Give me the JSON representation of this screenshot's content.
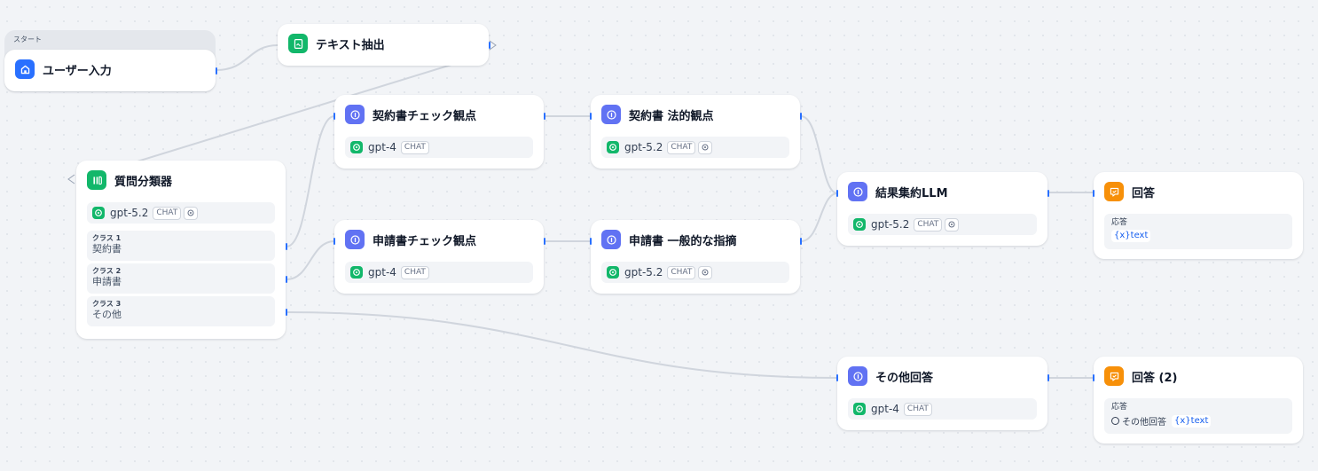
{
  "start": {
    "group_label": "スタート",
    "user_input": {
      "title": "ユーザー入力",
      "icon": "home-icon"
    }
  },
  "nodes": {
    "text_extract": {
      "title": "テキスト抽出",
      "icon": "document-extract-icon"
    },
    "classifier": {
      "title": "質問分類器",
      "icon": "classifier-icon",
      "model": "gpt-5.2",
      "mode": "CHAT",
      "classes": [
        {
          "label": "クラス 1",
          "value": "契約書"
        },
        {
          "label": "クラス 2",
          "value": "申請書"
        },
        {
          "label": "クラス 3",
          "value": "その他"
        }
      ]
    },
    "contract_check": {
      "title": "契約書チェック観点",
      "model": "gpt-4",
      "mode": "CHAT"
    },
    "contract_legal": {
      "title": "契約書 法的観点",
      "model": "gpt-5.2",
      "mode": "CHAT"
    },
    "application_check": {
      "title": "申請書チェック観点",
      "model": "gpt-4",
      "mode": "CHAT"
    },
    "application_general": {
      "title": "申請書 一般的な指摘",
      "model": "gpt-5.2",
      "mode": "CHAT"
    },
    "summary_llm": {
      "title": "結果集約LLM",
      "model": "gpt-5.2",
      "mode": "CHAT"
    },
    "answer1": {
      "title": "回答",
      "output_label": "応答",
      "var_symbol": "{x}",
      "var_name": "text"
    },
    "other_answer": {
      "title": "その他回答",
      "model": "gpt-4",
      "mode": "CHAT"
    },
    "answer2": {
      "title": "回答 (2)",
      "output_label": "応答",
      "var_source": "その他回答",
      "var_symbol": "{x}",
      "var_name": "text"
    }
  },
  "colors": {
    "start_icon": "#2970ff",
    "extract_icon": "#12b76a",
    "llm_icon": "#6172f3",
    "answer_icon": "#f79009",
    "handle": "#2970ff",
    "edge": "#d0d5dd"
  }
}
